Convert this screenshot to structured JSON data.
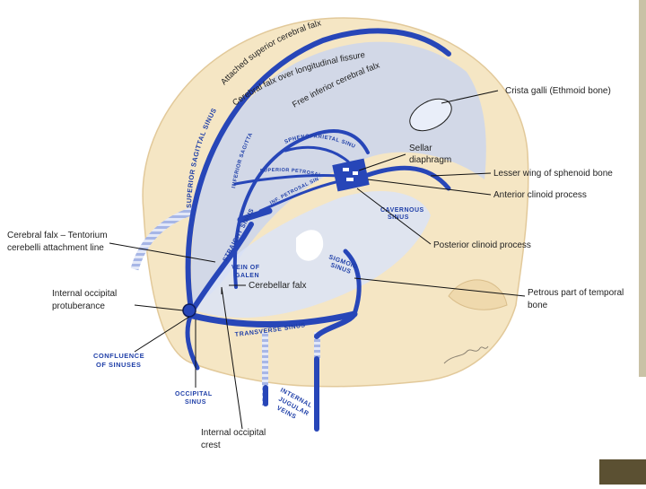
{
  "colors": {
    "sinus_blue": "#2746b8",
    "bone": "#f5e6c4",
    "falx": "#c9d4f0",
    "accent_bar": "#c9c2a6",
    "corner_block": "#5b5032"
  },
  "black_labels": {
    "crista_galli": "Crista galli (Ethmoid bone)",
    "sellar_1": "Sellar",
    "sellar_2": "diaphragm",
    "lesser_wing": "Lesser wing of sphenoid bone",
    "anterior_clinoid": "Anterior clinoid process",
    "posterior_clinoid": "Posterior clinoid process",
    "petrous_1": "Petrous part of temporal",
    "petrous_2": "bone",
    "falx_tent_1": "Cerebral falx – Tentorium",
    "falx_tent_2": "cerebelli attachment line",
    "int_occ_prot_1": "Internal occipital",
    "int_occ_prot_2": "protuberance",
    "cerebellar_falx": "Cerebellar falx",
    "int_occ_crest_1": "Internal occipital",
    "int_occ_crest_2": "crest"
  },
  "curved_labels": {
    "attached_superior": "Attached superior cerebral falx",
    "over_fissure": "Cerebral falx over longitudinal fissure",
    "free_inferior": "Free inferior cerebral falx"
  },
  "blue_labels": {
    "superior_sagittal": "SUPERIOR SAGITTAL SINUS",
    "inferior_sagittal": "INFERIOR SAGITTAL SINUS",
    "sphenoparietal": "SPHENOPARIETAL SINUS",
    "superior_petrosal": "SUPERIOR PETROSAL SINUS",
    "inf_petrosal": "INF. PETROSAL SINUS",
    "cavernous_1": "CAVERNOUS",
    "cavernous_2": "SINUS",
    "straight": "STRAIGHT SINUS",
    "vein_galen_1": "VEIN OF",
    "vein_galen_2": "GALEN",
    "sigmoid_1": "SIGMOID",
    "sigmoid_2": "SINUS",
    "transverse": "TRANSVERSE SINUS",
    "confluence_1": "CONFLUENCE",
    "confluence_2": "OF SINUSES",
    "occipital_1": "OCCIPITAL",
    "occipital_2": "SINUS",
    "ijv_1": "INTERNAL",
    "ijv_2": "JUGULAR",
    "ijv_3": "VEINS"
  }
}
